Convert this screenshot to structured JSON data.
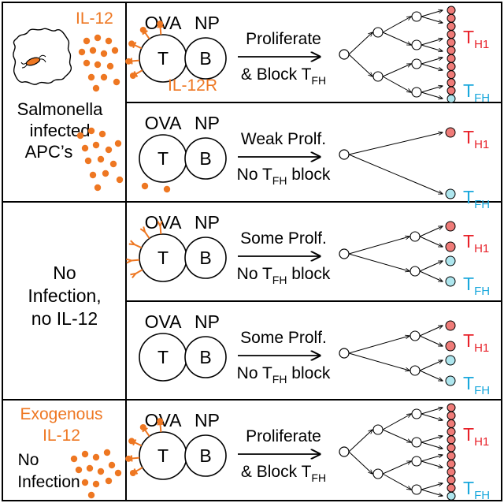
{
  "colors": {
    "orange": "#ee7722",
    "red_cell": "#ef7b78",
    "blue_cell": "#aee6ee",
    "th1_text": "#e8222a",
    "tfh_text": "#1aa8dc",
    "line": "#000000"
  },
  "left_panels": {
    "salmonella": {
      "il12": "IL-12",
      "line1": "Salmonella",
      "line2": "infected",
      "line3": "APC’s"
    },
    "no_infection": {
      "line1": "No",
      "line2": "Infection,",
      "line3": "no IL-12"
    },
    "exogenous": {
      "line1": "Exogenous",
      "line2": "IL-12",
      "line3": "No",
      "line4": "Infection"
    }
  },
  "cells": {
    "ova": "OVA",
    "np": "NP",
    "t": "T",
    "b": "B",
    "il12r": "IL-12R"
  },
  "rows": [
    {
      "line1": "Proliferate",
      "line2_pre": "& Block T",
      "line2_sub": "FH",
      "line2_post": "",
      "tree": "full"
    },
    {
      "line1": "Weak Prolf.",
      "line2_pre": "No T",
      "line2_sub": "FH",
      "line2_post": " block",
      "tree": "weak"
    },
    {
      "line1": "Some Prolf.",
      "line2_pre": "No T",
      "line2_sub": "FH",
      "line2_post": " block",
      "tree": "some"
    },
    {
      "line1": "Some Prolf.",
      "line2_pre": "No T",
      "line2_sub": "FH",
      "line2_post": " block",
      "tree": "some"
    },
    {
      "line1": "Proliferate",
      "line2_pre": "& Block T",
      "line2_sub": "FH",
      "line2_post": "",
      "tree": "full"
    }
  ],
  "labels": {
    "t_main": "T",
    "th1_sub": "H1",
    "tfh_sub": "FH"
  }
}
